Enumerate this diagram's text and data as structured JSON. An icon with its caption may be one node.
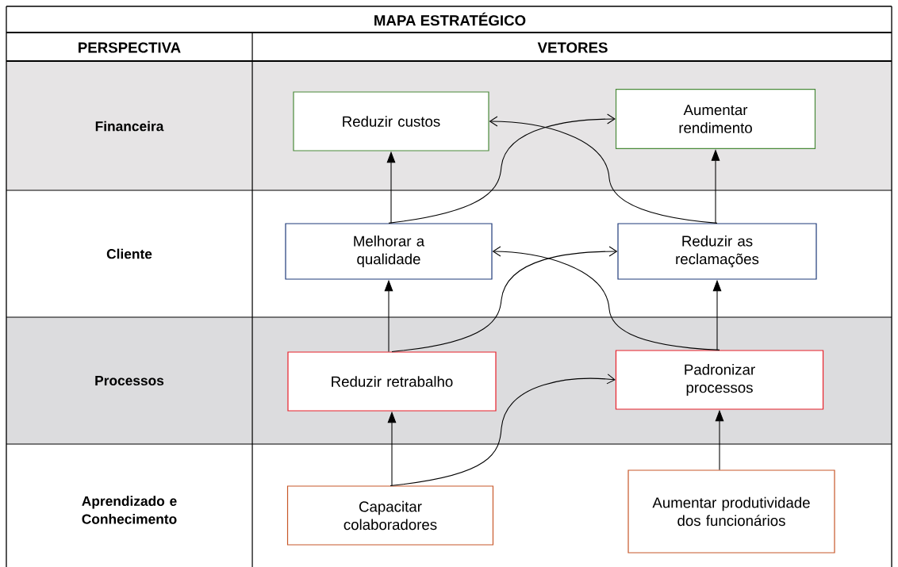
{
  "diagram": {
    "title": "MAPA ESTRATÉGICO",
    "nodes": [
      {
        "text": [
          "Reduzir custos"
        ]
      },
      {
        "text": [
          "Aumentar rendimento"
        ]
      },
      {
        "text": [
          "Melhorar a qualidade"
        ]
      },
      {
        "text": [
          "Reduzir as reclamações"
        ]
      },
      {
        "text": [
          "Reduzir retrabalho"
        ]
      },
      {
        "text": [
          "Padronizar processos"
        ]
      },
      {
        "text": [
          "Capacitar colaboradores"
        ]
      },
      {
        "text": [
          "Aumentar produtividade dos funcionários"
        ]
      }
    ],
    "edges": [
      {
        "from": 2,
        "to": 0,
        "arrow": "to"
      },
      {
        "from": 2,
        "to": 1,
        "arrow": "to"
      },
      {
        "from": 3,
        "to": 1,
        "arrow": "to"
      },
      {
        "from": 3,
        "to": 0,
        "arrow": "to"
      },
      {
        "from": 4,
        "to": 2,
        "arrow": "to"
      },
      {
        "from": 4,
        "to": 3,
        "arrow": "to"
      },
      {
        "from": 5,
        "to": 3,
        "arrow": "to"
      },
      {
        "from": 5,
        "to": 2,
        "arrow": "to"
      },
      {
        "from": 6,
        "to": 4,
        "arrow": "to"
      },
      {
        "from": 6,
        "to": 5,
        "arrow": "to"
      },
      {
        "from": 7,
        "to": 5,
        "arrow": "to"
      }
    ],
    "labels": [
      "PERSPECTIVA",
      "VETORES",
      "Financeira",
      "Cliente",
      "Processos",
      "Aprendizado e Conhecimento"
    ]
  }
}
